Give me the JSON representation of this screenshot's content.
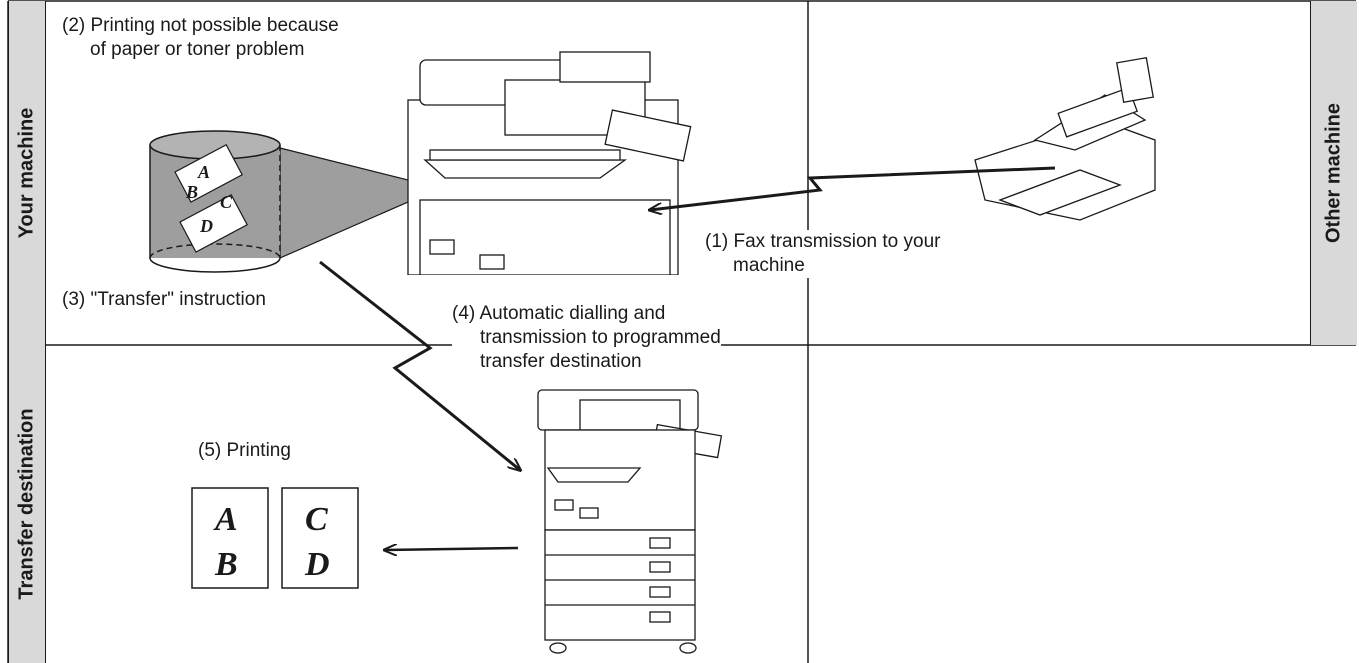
{
  "panels": {
    "your_machine": "Your machine",
    "transfer_destination": "Transfer destination",
    "other_machine": "Other machine"
  },
  "steps": {
    "step1": {
      "line1": "(1) Fax transmission to your",
      "line2": "machine"
    },
    "step2": {
      "line1": "(2) Printing not possible because",
      "line2": "of paper or toner problem"
    },
    "step3": {
      "line1": "(3) \"Transfer\" instruction"
    },
    "step4": {
      "line1": "(4) Automatic dialling and",
      "line2": "transmission to programmed",
      "line3": "transfer destination"
    },
    "step5": {
      "line1": "(5) Printing"
    }
  },
  "memory_pages": [
    "A",
    "B",
    "C",
    "D"
  ],
  "printed_pages": [
    {
      "top": "A",
      "bottom": "B"
    },
    {
      "top": "C",
      "bottom": "D"
    }
  ],
  "colors": {
    "panel_tab": "#d9d9d9",
    "memory_fill": "#9e9e9e",
    "line": "#1a1a1a"
  }
}
